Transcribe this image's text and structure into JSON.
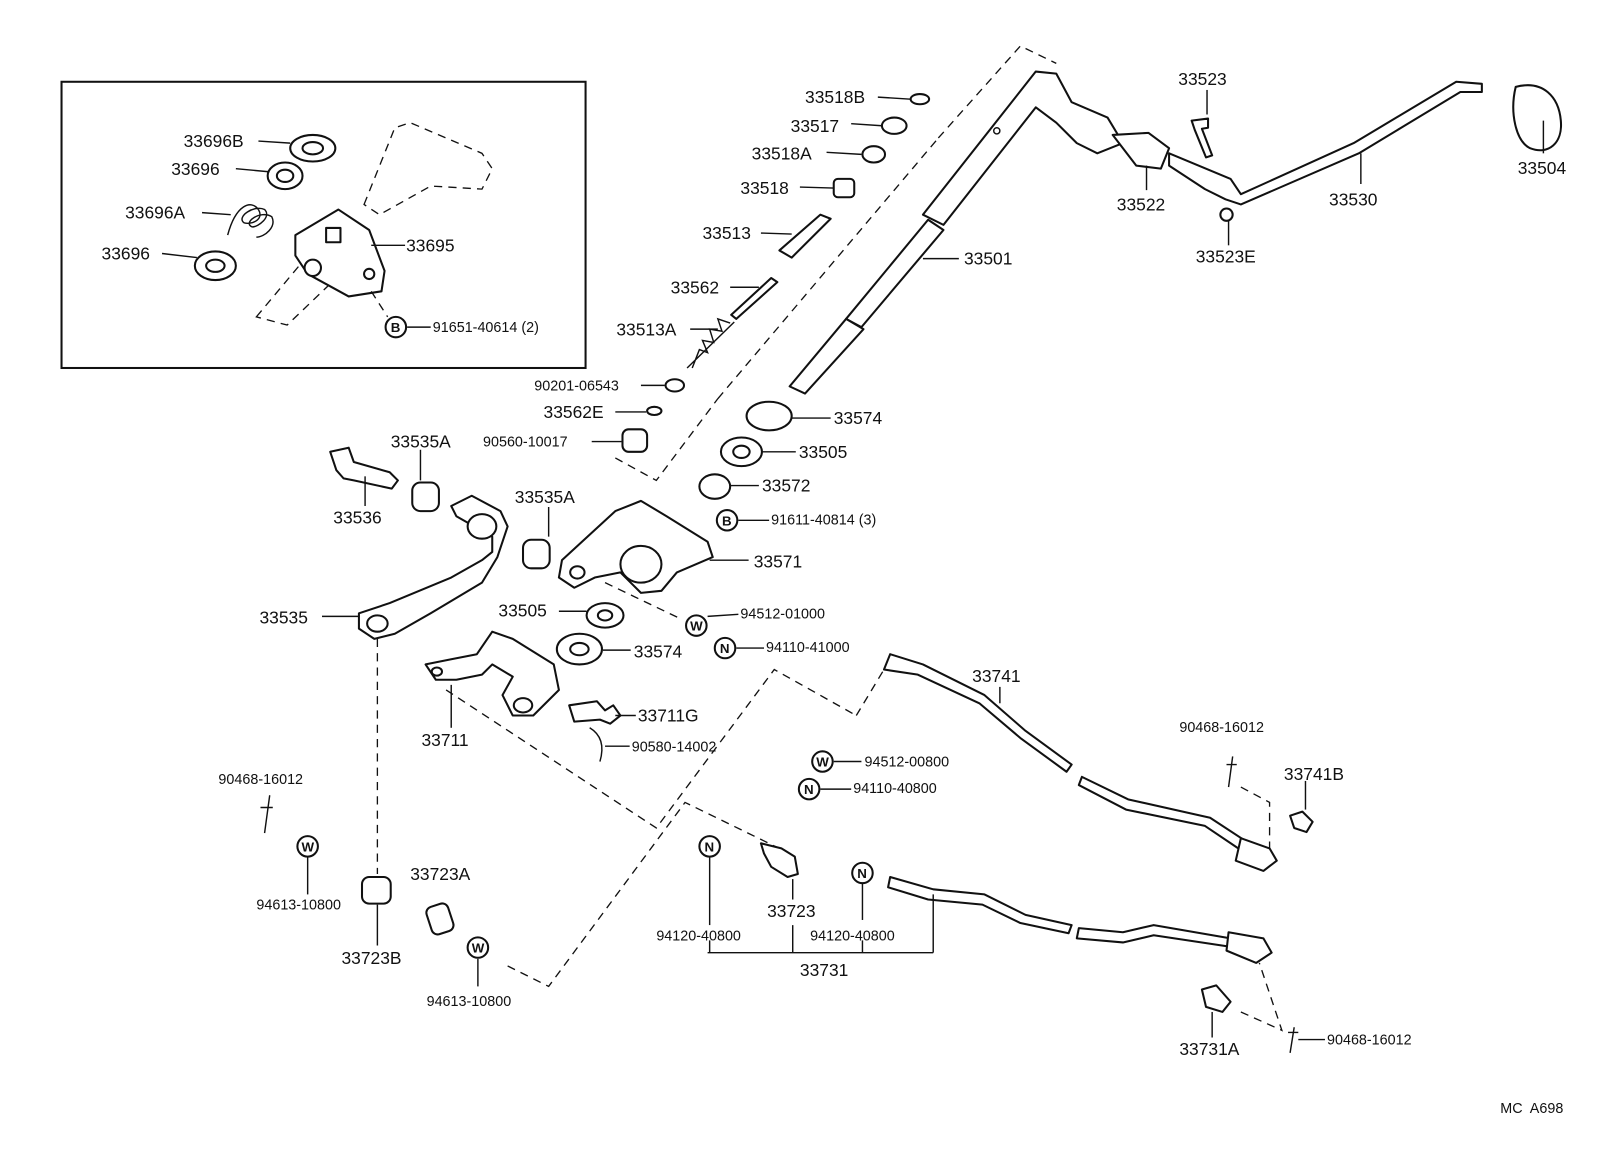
{
  "diagram": {
    "code": "MC  A698",
    "inset": {
      "labels": [
        "33696B",
        "33696",
        "33696A",
        "33696",
        "33695",
        "91651-40614 (2)"
      ]
    },
    "labels": {
      "p33518B": "33518B",
      "p33517": "33517",
      "p33518A": "33518A",
      "p33518": "33518",
      "p33513": "33513",
      "p33562": "33562",
      "p33513A": "33513A",
      "p90201": "90201-06543",
      "p33562E": "33562E",
      "p90560": "90560-10017",
      "p33523": "33523",
      "p33522": "33522",
      "p33530": "33530",
      "p33504": "33504",
      "p33523E": "33523E",
      "p33501": "33501",
      "p33574a": "33574",
      "p33505a": "33505",
      "p33572": "33572",
      "p91611": "91611-40814 (3)",
      "p33535A1": "33535A",
      "p33536": "33536",
      "p33535A2": "33535A",
      "p33571": "33571",
      "p33535": "33535",
      "p33505b": "33505",
      "p94512a": "94512-01000",
      "p33574b": "33574",
      "p94110a": "94110-41000",
      "p33711G": "33711G",
      "p33711": "33711",
      "p90580": "90580-14002",
      "p33741": "33741",
      "p94512b": "94512-00800",
      "p94110b": "94110-40800",
      "p90468a": "90468-16012",
      "p33741B": "33741B",
      "p90468b": "90468-16012",
      "p94613a": "94613-10800",
      "p33723B": "33723B",
      "p33723A": "33723A",
      "p94613b": "94613-10800",
      "p94120a": "94120-40800",
      "p33723": "33723",
      "p94120b": "94120-40800",
      "p33731": "33731",
      "p33731A": "33731A",
      "p90468c": "90468-16012"
    },
    "ring_letters": {
      "b": "B",
      "w": "W",
      "n": "N"
    }
  }
}
